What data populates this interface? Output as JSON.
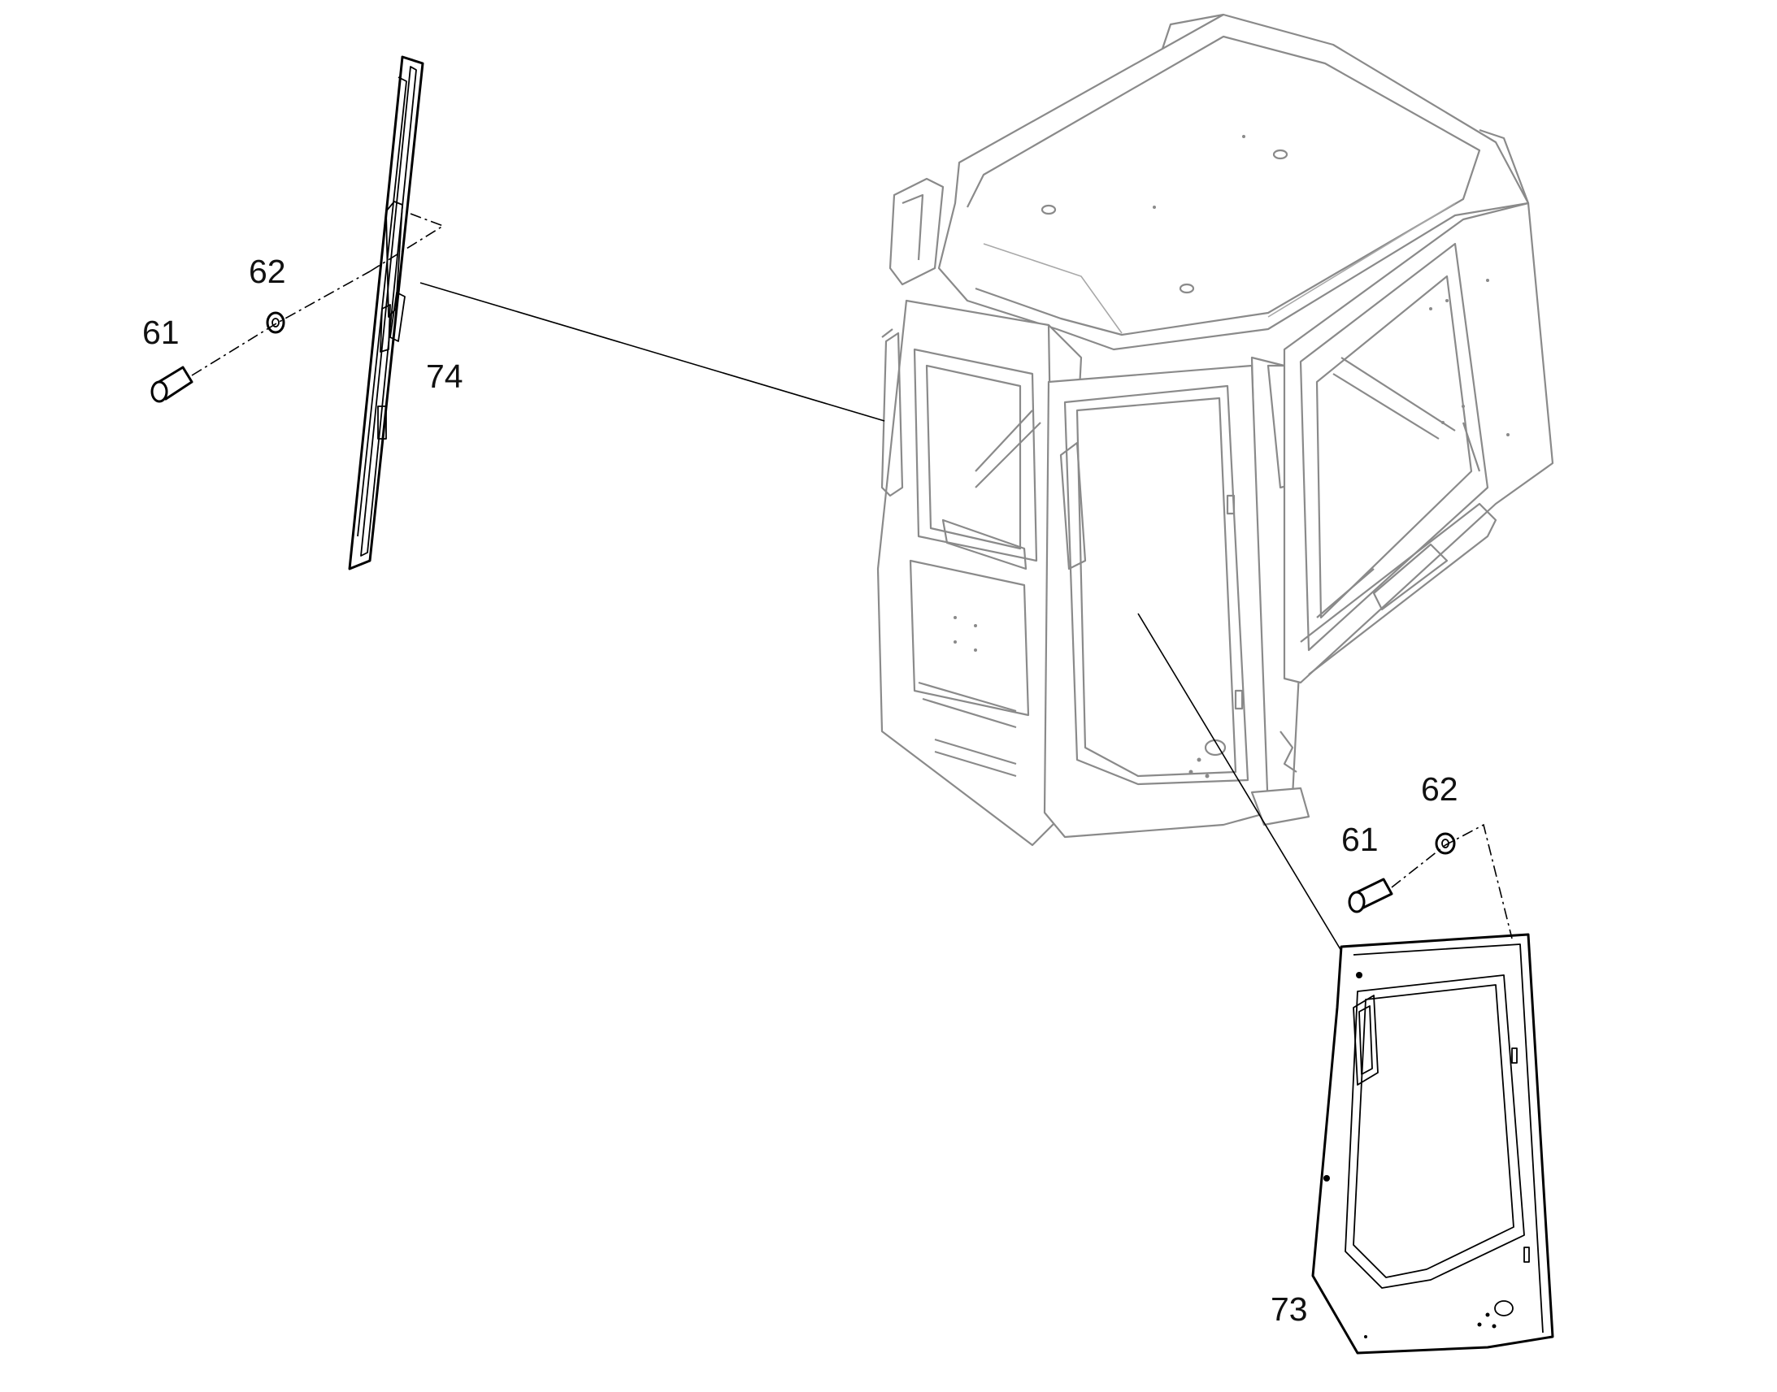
{
  "callouts": {
    "top_left_bolt": "61",
    "top_left_washer": "62",
    "left_window": "74",
    "bottom_right_bolt": "61",
    "bottom_right_washer": "62",
    "door_window": "73"
  }
}
